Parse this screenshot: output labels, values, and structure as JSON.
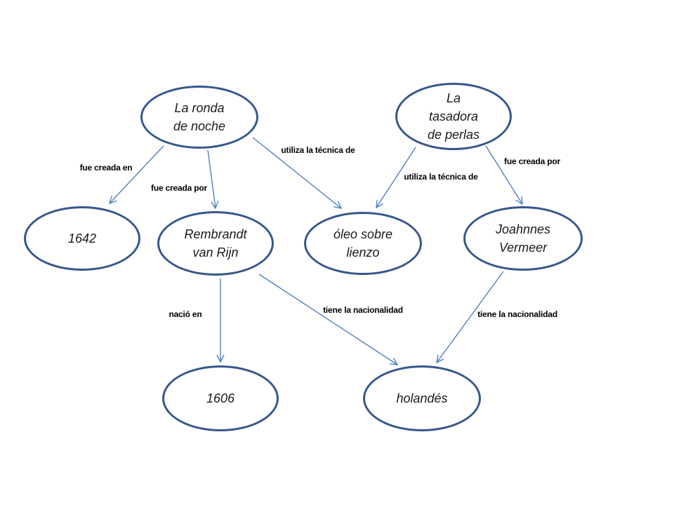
{
  "diagram": {
    "type": "concept-map",
    "language": "es",
    "nodes": [
      {
        "id": "la-ronda-de-noche",
        "label": "La ronda\nde noche"
      },
      {
        "id": "la-tasadora-de-perlas",
        "label": "La\ntasadora\nde perlas"
      },
      {
        "id": "1642",
        "label": "1642"
      },
      {
        "id": "rembrandt-van-rijn",
        "label": "Rembrandt\nvan Rijn"
      },
      {
        "id": "oleo-sobre-lienzo",
        "label": "óleo sobre\nlienzo"
      },
      {
        "id": "joahnnes-vermeer",
        "label": "Joahnnes\nVermeer"
      },
      {
        "id": "1606",
        "label": "1606"
      },
      {
        "id": "holandes",
        "label": "holandés"
      }
    ],
    "edges": [
      {
        "from": "La ronda de noche",
        "to": "1642",
        "label": "fue creada en"
      },
      {
        "from": "La ronda de noche",
        "to": "Rembrandt van Rijn",
        "label": "fue creada por"
      },
      {
        "from": "La ronda de noche",
        "to": "óleo sobre lienzo",
        "label": "utiliza la técnica de"
      },
      {
        "from": "La tasadora de perlas",
        "to": "óleo sobre lienzo",
        "label": "utiliza la técnica de"
      },
      {
        "from": "La tasadora de perlas",
        "to": "Joahnnes Vermeer",
        "label": "fue creada por"
      },
      {
        "from": "Rembrandt van Rijn",
        "to": "1606",
        "label": "nació en"
      },
      {
        "from": "Rembrandt van Rijn",
        "to": "holandés",
        "label": "tiene la nacionalidad"
      },
      {
        "from": "Joahnnes Vermeer",
        "to": "holandés",
        "label": "tiene la nacionalidad"
      }
    ],
    "colors": {
      "node_border": "#35578C",
      "connector": "#4F81BD",
      "node_text": "#1a1a1a",
      "edge_label_text": "#000000",
      "background": "#ffffff"
    }
  }
}
